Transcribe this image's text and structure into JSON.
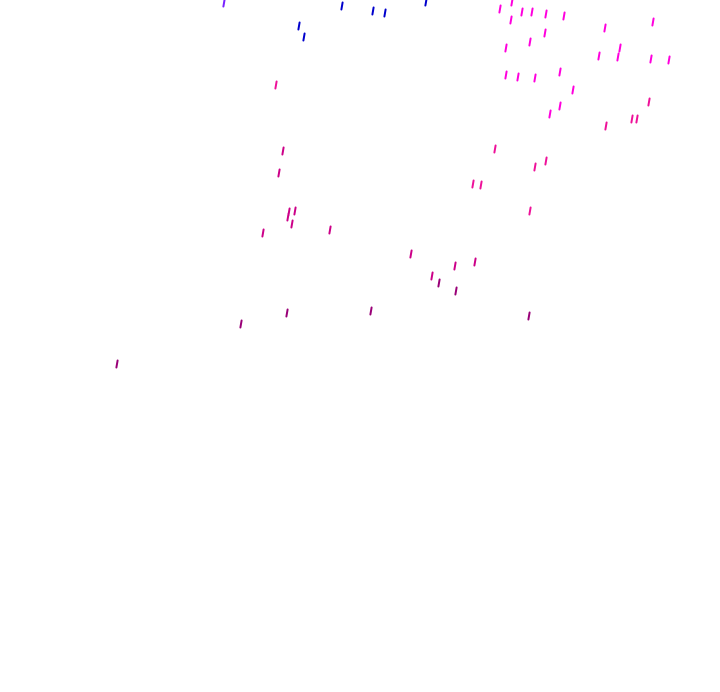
{
  "colors": {
    "background": "#ffffff",
    "blue": "#0000cc",
    "violet": "#7a22ff",
    "magenta": "#ff00dd",
    "pink": "#ee1199",
    "crimson": "#cc0088",
    "plum": "#990077"
  },
  "marks": [
    {
      "c": "violet"
    },
    {
      "c": "blue"
    },
    {
      "c": "blue"
    },
    {
      "c": "blue"
    },
    {
      "c": "blue"
    },
    {
      "c": "blue"
    },
    {
      "c": "blue"
    },
    {
      "c": "magenta"
    },
    {
      "c": "magenta"
    },
    {
      "c": "magenta"
    },
    {
      "c": "magenta"
    },
    {
      "c": "magenta"
    },
    {
      "c": "magenta"
    },
    {
      "c": "magenta"
    },
    {
      "c": "magenta"
    },
    {
      "c": "magenta"
    },
    {
      "c": "magenta"
    },
    {
      "c": "magenta"
    },
    {
      "c": "magenta"
    },
    {
      "c": "magenta"
    },
    {
      "c": "magenta"
    },
    {
      "c": "magenta"
    },
    {
      "c": "magenta"
    },
    {
      "c": "magenta"
    },
    {
      "c": "magenta"
    },
    {
      "c": "magenta"
    },
    {
      "c": "magenta"
    },
    {
      "c": "magenta"
    },
    {
      "c": "magenta"
    },
    {
      "c": "magenta"
    },
    {
      "c": "magenta"
    },
    {
      "c": "pink"
    },
    {
      "c": "pink"
    },
    {
      "c": "pink"
    },
    {
      "c": "pink"
    },
    {
      "c": "pink"
    },
    {
      "c": "pink"
    },
    {
      "c": "pink"
    },
    {
      "c": "pink"
    },
    {
      "c": "pink"
    },
    {
      "c": "pink"
    },
    {
      "c": "pink"
    },
    {
      "c": "crimson"
    },
    {
      "c": "crimson"
    },
    {
      "c": "crimson"
    },
    {
      "c": "crimson"
    },
    {
      "c": "crimson"
    },
    {
      "c": "crimson"
    },
    {
      "c": "crimson"
    },
    {
      "c": "crimson"
    },
    {
      "c": "crimson"
    },
    {
      "c": "crimson"
    },
    {
      "c": "crimson"
    },
    {
      "c": "crimson"
    },
    {
      "c": "plum"
    },
    {
      "c": "plum"
    },
    {
      "c": "plum"
    },
    {
      "c": "plum"
    },
    {
      "c": "plum"
    },
    {
      "c": "plum"
    },
    {
      "c": "plum"
    },
    {
      "c": "plum"
    },
    {
      "c": "plum"
    },
    {
      "c": "plum"
    },
    {
      "c": "plum"
    }
  ]
}
